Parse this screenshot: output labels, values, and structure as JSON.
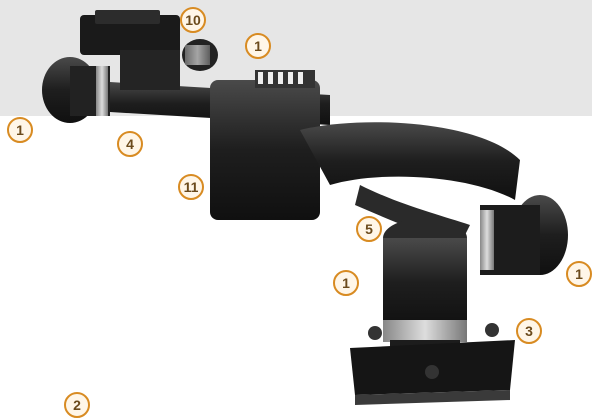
{
  "figure": {
    "background_band_color": "#e6e6e6",
    "accent_color": "#d88b22",
    "callouts": [
      {
        "id": "c10",
        "label": "10"
      },
      {
        "id": "c1a",
        "label": "1"
      },
      {
        "id": "c1b",
        "label": "1"
      },
      {
        "id": "c4",
        "label": "4"
      },
      {
        "id": "c11",
        "label": "11"
      },
      {
        "id": "c5",
        "label": "5"
      },
      {
        "id": "c1c",
        "label": "1"
      },
      {
        "id": "c1d",
        "label": "1"
      },
      {
        "id": "c3",
        "label": "3"
      },
      {
        "id": "c2",
        "label": "2"
      }
    ]
  }
}
